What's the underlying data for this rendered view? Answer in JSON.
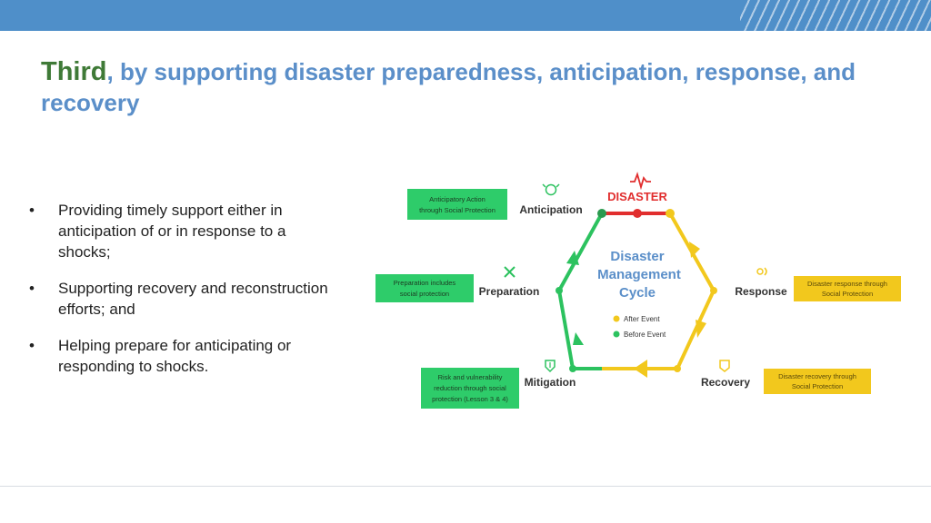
{
  "header": {
    "title_lead": "Third",
    "title_rest": ", by supporting disaster preparedness, anticipation, response, and recovery"
  },
  "bullets": [
    "Providing timely support either in anticipation of or in response to a shocks;",
    "Supporting recovery and reconstruction efforts; and",
    "Helping prepare for anticipating or responding to shocks."
  ],
  "cycle": {
    "center_line1": "Disaster",
    "center_line2": "Management",
    "center_line3": "Cycle",
    "legend_after": "After Event",
    "legend_before": "Before Event",
    "disaster": "DISASTER",
    "anticipation": "Anticipation",
    "response": "Response",
    "recovery": "Recovery",
    "mitigation": "Mitigation",
    "preparation": "Preparation"
  },
  "boxes": {
    "anticipation": [
      "Anticipatory Action",
      "through Social Protection"
    ],
    "preparation": [
      "Preparation includes",
      "social protection"
    ],
    "mitigation": [
      "Risk and vulnerability",
      "reduction through social",
      "protection (Lesson 3 & 4)"
    ],
    "response": [
      "Disaster response through",
      "Social Protection"
    ],
    "recovery": [
      "Disaster recovery through",
      "Social Protection"
    ]
  },
  "colors": {
    "green": "#2cc25f",
    "yellow": "#f2c81d",
    "red": "#e12e2e",
    "title_blue": "#5b8fc9",
    "title_green": "#3f7a37"
  }
}
